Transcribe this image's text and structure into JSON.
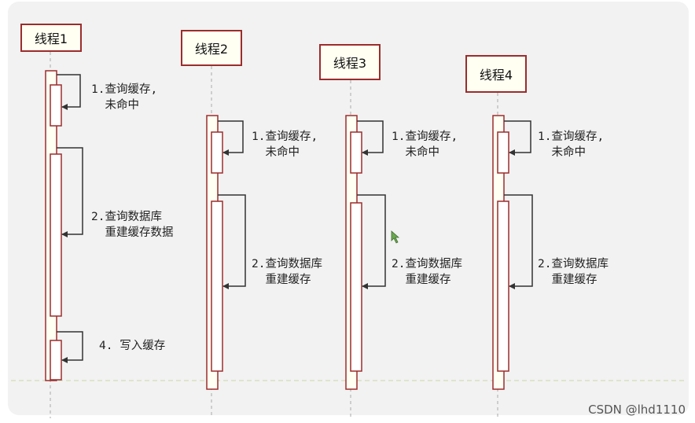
{
  "threads": [
    {
      "name": "线程1",
      "steps": [
        "1.查询缓存,\n  未命中",
        "2.查询数据库\n  重建缓存数据",
        "4. 写入缓存"
      ]
    },
    {
      "name": "线程2",
      "steps": [
        "1.查询缓存,\n  未命中",
        "2.查询数据库\n  重建缓存"
      ]
    },
    {
      "name": "线程3",
      "steps": [
        "1.查询缓存,\n  未命中",
        "2.查询数据库\n  重建缓存"
      ]
    },
    {
      "name": "线程4",
      "steps": [
        "1.查询缓存,\n  未命中",
        "2.查询数据库\n  重建缓存"
      ]
    }
  ],
  "watermark": "CSDN @lhd1110",
  "colors": {
    "border": "#9c2c2c",
    "activation_fill": "#fffff2",
    "arrow": "#333333",
    "separator": "#c9d6a8",
    "panel": "#f2f2f2"
  }
}
